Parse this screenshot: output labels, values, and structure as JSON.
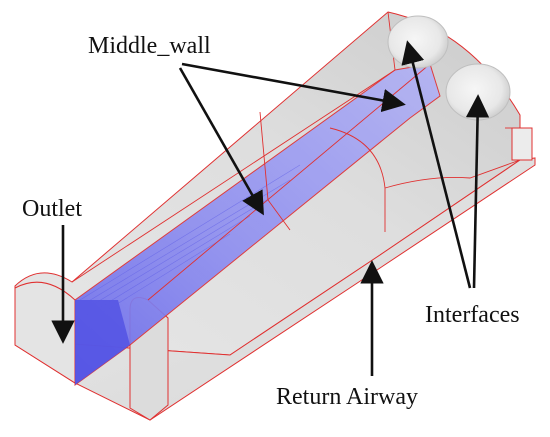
{
  "labels": {
    "middle_wall": "Middle_wall",
    "outlet": "Outlet",
    "interfaces": "Interfaces",
    "return_airway": "Return Airway"
  },
  "colors": {
    "edge": "#e03030",
    "surface_light": "#e9e9e9",
    "surface_mid": "#d4d4d4",
    "surface_dark": "#c2c2c2",
    "middle_wall": "#8080ee",
    "middle_wall_dark": "#5a5ae6",
    "arrow": "#111111"
  }
}
